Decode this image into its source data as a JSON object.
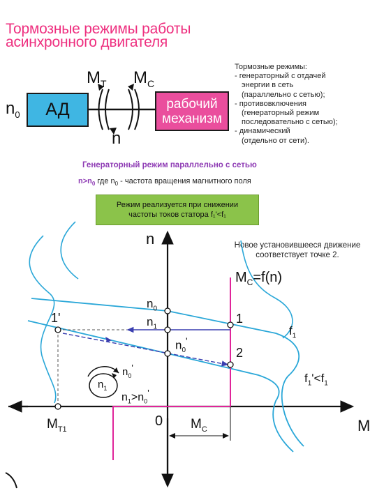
{
  "title": {
    "line1": "Тормозные режимы работы",
    "line2": "асинхронного двигателя"
  },
  "scheme": {
    "n0": "n",
    "n0_sub": "0",
    "motor": "АД",
    "mt": "M",
    "mt_sub": "T",
    "mc": "M",
    "mc_sub": "C",
    "n": "n",
    "mechanism_line1": "рабочий",
    "mechanism_line2": "механизм"
  },
  "legend": {
    "heading": "Тормозные режимы:",
    "items": [
      "- генераторный с отдачей",
      "  энергии в сеть",
      "  (параллельно с сетью);",
      "- противовключения",
      "  (генераторный режим",
      "  последовательно с сетью);",
      "- динамический",
      "  (отдельно от сети)."
    ]
  },
  "generator_title": "Генераторный режим параллельно с сетью",
  "condition": {
    "bold": "n>n",
    "bold_sub": "0",
    "rest": " где n",
    "rest_sub": "0",
    "rest2": " - частота вращения магнитного поля"
  },
  "green_box": {
    "line1": "Режим реализуется при снижении",
    "line2": "частоты токов статора f₁'<f₁"
  },
  "note": {
    "line1": "Новое установившееся движение",
    "line2": "соответствует точке 2."
  },
  "graph": {
    "axis_n": "n",
    "axis_M": "M",
    "origin": "0",
    "mc_fn": "M",
    "mc_fn_sub": "C",
    "mc_fn_rest": "=f(n)",
    "n0": "n",
    "n0_sub": "0",
    "n1": "n",
    "n1_sub": "1",
    "n0p": "n",
    "n0p_sub": "0",
    "n0p_prime": "'",
    "pt1": "1",
    "pt2": "2",
    "pt1p": "1'",
    "f1": "f",
    "f1_sub": "1",
    "f1p": "f",
    "f1p_sub": "1",
    "f1p_rest": "'<f",
    "f1p_rest_sub": "1",
    "rot_n0p": "n",
    "rot_n0p_sub": "0",
    "rot_n0p_prime": "'",
    "rot_n1": "n",
    "rot_n1_sub": "1",
    "ineq": "n",
    "ineq_sub": "1",
    "ineq_rest": ">n",
    "ineq_rest_sub": "0",
    "ineq_prime": "'",
    "mt1": "M",
    "mt1_sub": "T1",
    "mc_axis": "M",
    "mc_axis_sub": "C"
  },
  "colors": {
    "title": "#ee2f7f",
    "motor_box": "#3fb6e3",
    "mechanism_box": "#ea4e9d",
    "generator_title": "#8e3bb4",
    "green_box": "#8bc34a",
    "curve": "#2aa7d8",
    "load_line": "#e0249a",
    "arrows": "#3a3fb0"
  }
}
